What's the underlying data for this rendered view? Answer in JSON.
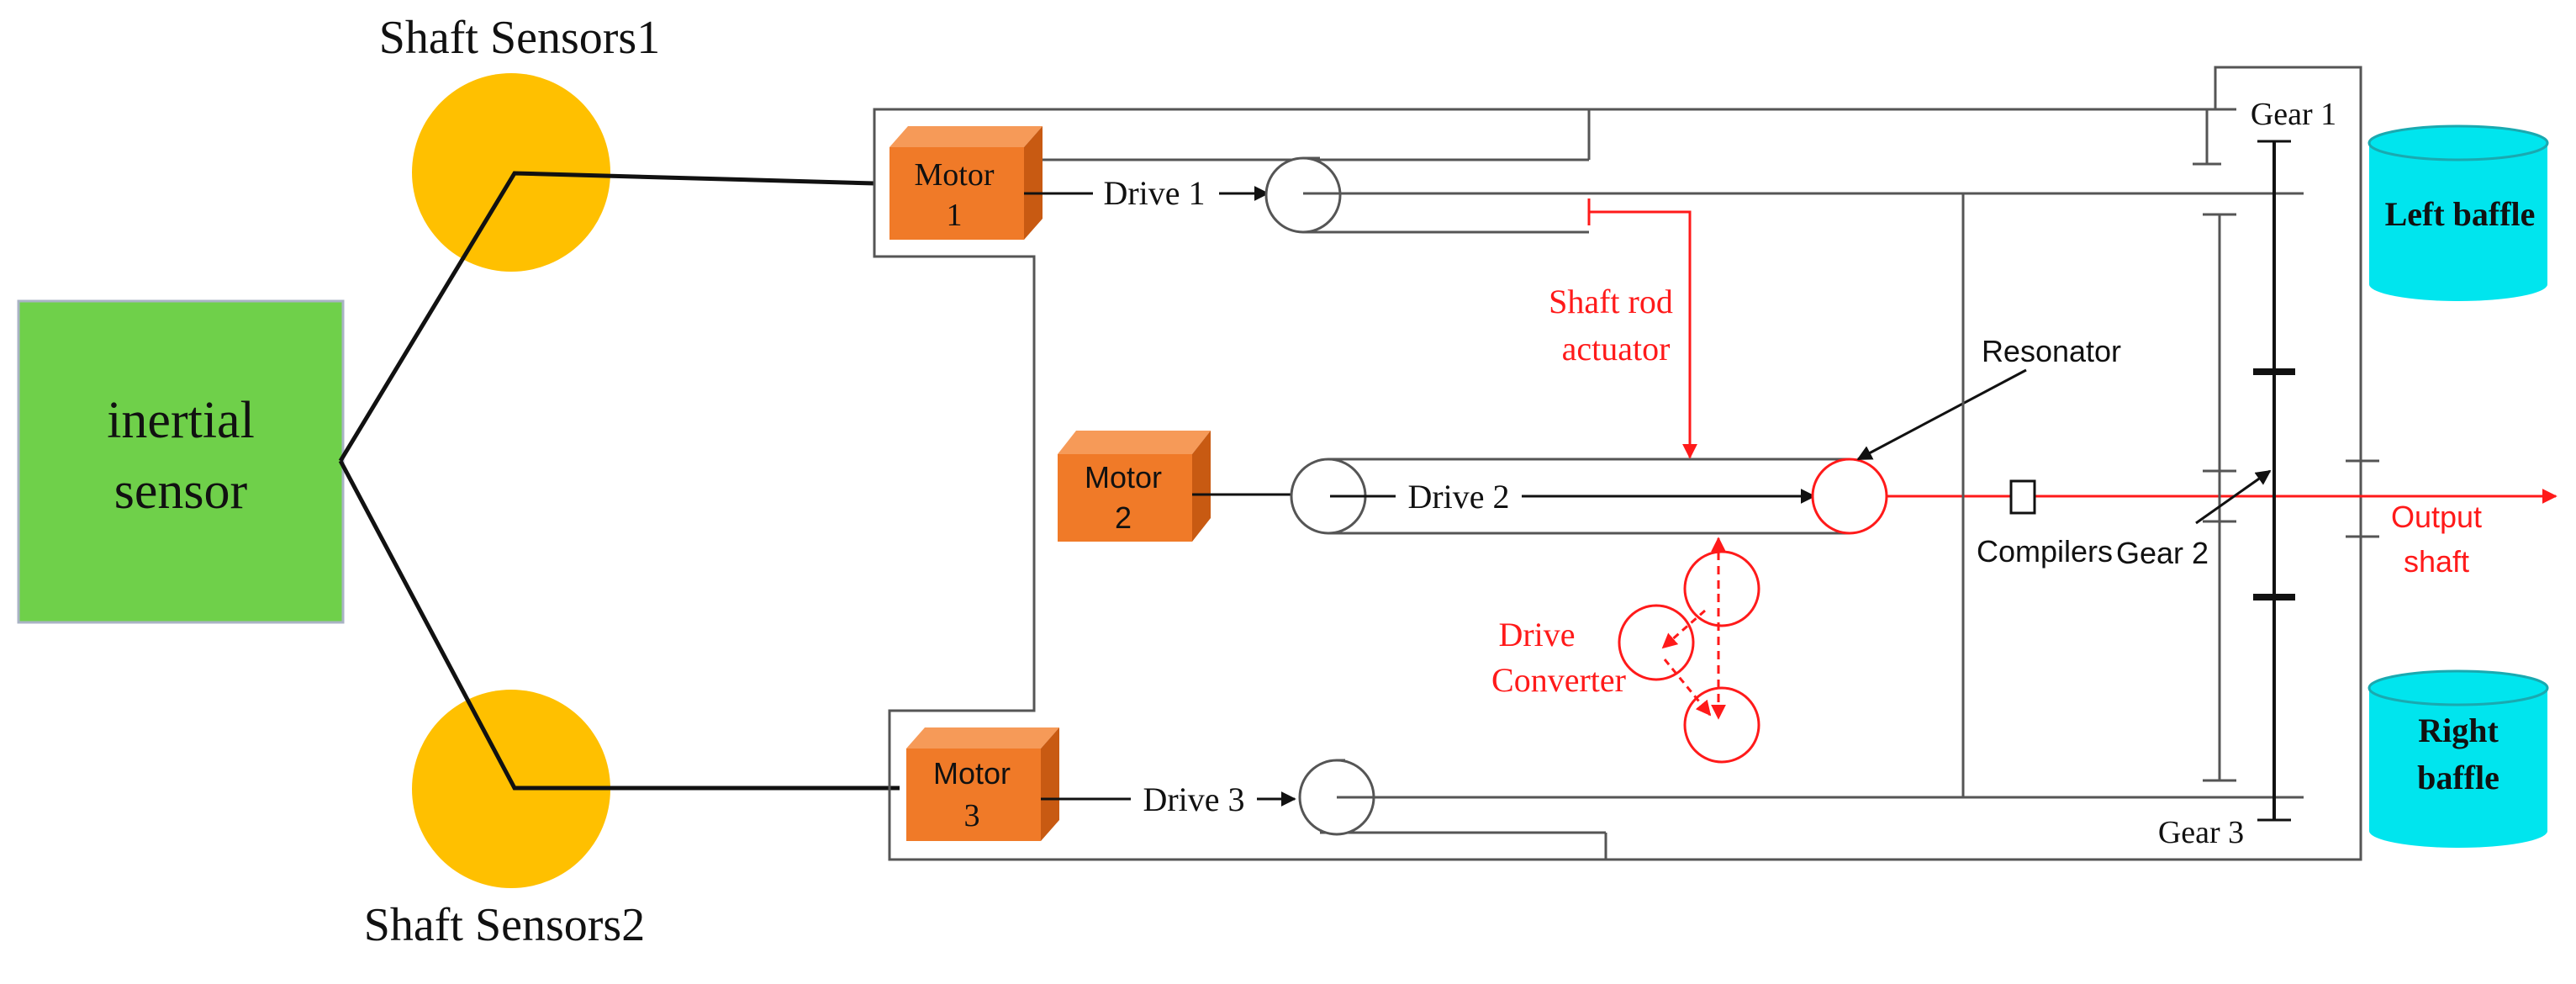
{
  "labels": {
    "shaft_sensors_1": "Shaft Sensors1",
    "shaft_sensors_2": "Shaft Sensors2",
    "inertial_line1": "inertial",
    "inertial_line2": "sensor",
    "motor1_line1": "Motor",
    "motor1_line2": "1",
    "motor2_line1": "Motor",
    "motor2_line2": "2",
    "motor3_line1": "Motor",
    "motor3_line2": "3",
    "drive1": "Drive 1",
    "drive2": "Drive 2",
    "drive3": "Drive 3",
    "gear1": "Gear 1",
    "gear2": "Gear 2",
    "gear3": "Gear 3",
    "left_baffle": "Left baffle",
    "right_baffle_line1": "Right",
    "right_baffle_line2": "baffle",
    "shaft_rod_line1": "Shaft rod",
    "shaft_rod_line2": "actuator",
    "resonator": "Resonator",
    "compilers": "Compilers",
    "output_line1": "Output",
    "output_line2": "shaft",
    "drive_converter_line1": "Drive",
    "drive_converter_line2": "Converter"
  },
  "colors": {
    "sensor_circle": "#ffc000",
    "inertial_box": "#6fd04a",
    "motor_front": "#f07a28",
    "motor_top": "#f69a58",
    "motor_side": "#c85a12",
    "baffle": "#00e5ee",
    "red": "#ff1a1a",
    "line": "#111111",
    "frame": "#555555"
  }
}
